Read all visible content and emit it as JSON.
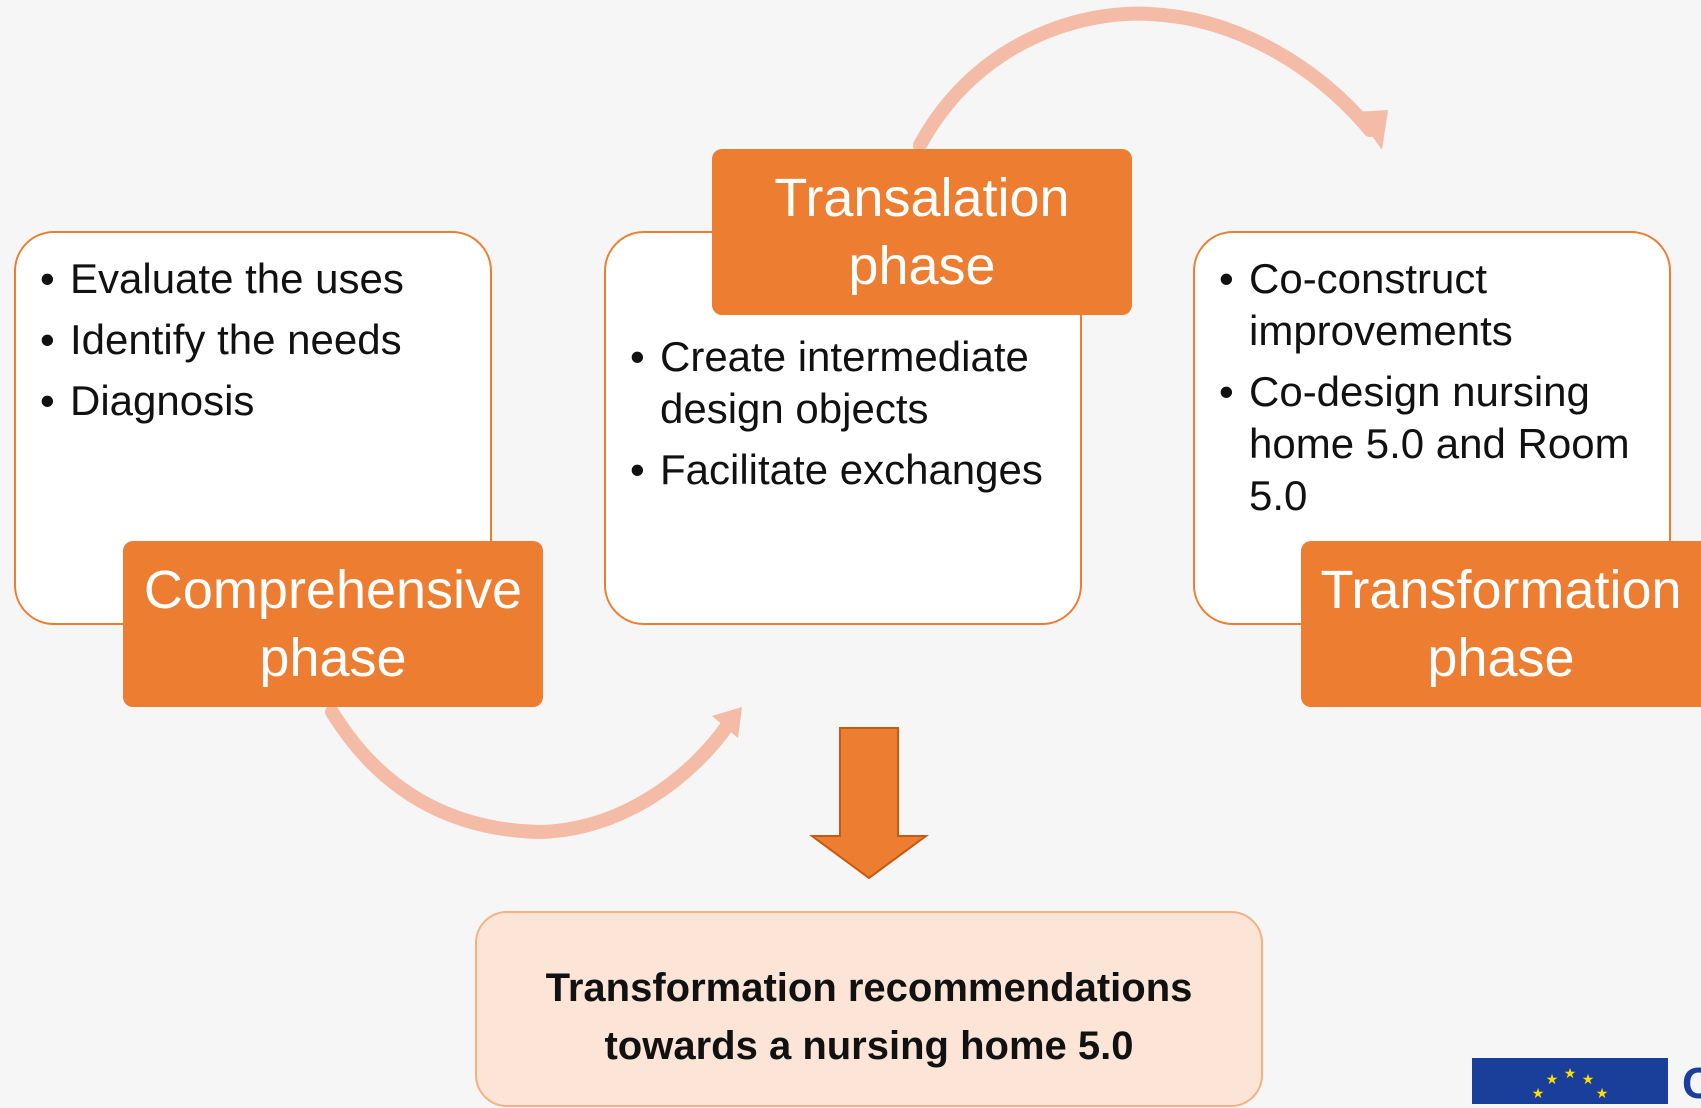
{
  "phases": [
    {
      "label_line1": "Comprehensive",
      "label_line2": "phase",
      "items": [
        "Evaluate the uses",
        "Identify the needs",
        "Diagnosis"
      ]
    },
    {
      "label_line1": "Transalation",
      "label_line2": "phase",
      "items": [
        "Create intermediate design objects",
        "Facilitate exchanges"
      ]
    },
    {
      "label_line1": "Transformation",
      "label_line2": "phase",
      "items": [
        "Co-construct improvements",
        "Co-design nursing home 5.0 and Room 5.0"
      ]
    }
  ],
  "result": {
    "line1": "Transformation recommendations",
    "line2": "towards a nursing home 5.0"
  },
  "colors": {
    "accent": "#ed7d31",
    "cycle_arrow": "#f4bba6",
    "result_fill": "#fce5d6",
    "result_border": "#f4b183",
    "eu_blue": "#1a3f9a",
    "eu_star": "#ffdd00"
  },
  "logo": {
    "icon": "eu-flag-icon",
    "text": "C"
  }
}
